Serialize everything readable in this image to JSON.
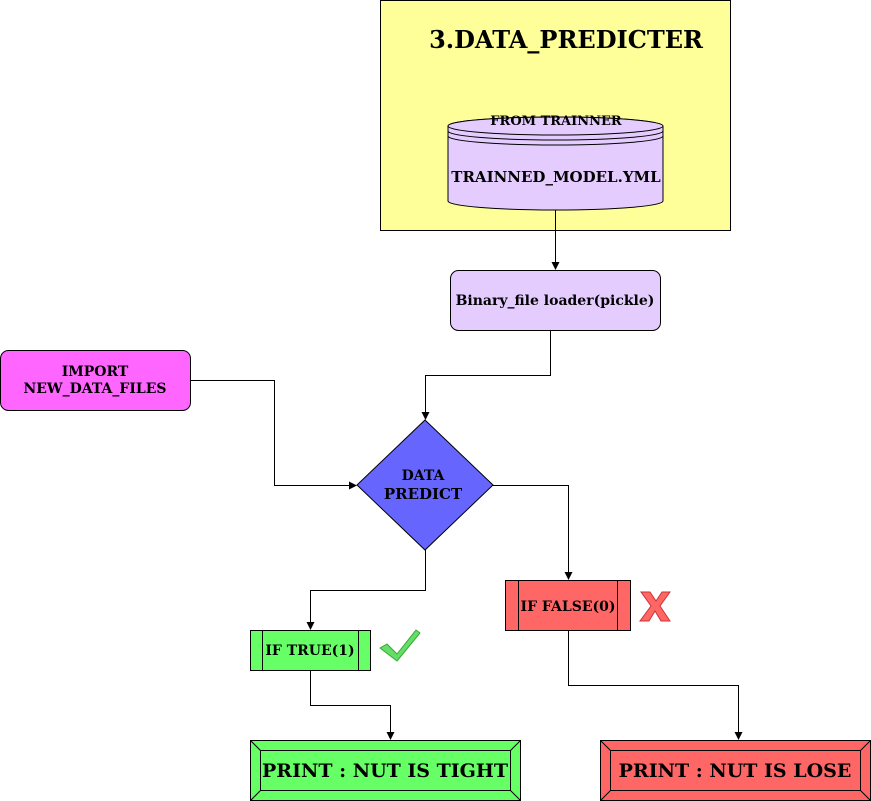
{
  "diagram": {
    "title": "3.DATA_PREDICTER",
    "database": {
      "top_label": "FROM TRAINNER",
      "label": "TRAINNED_MODEL.YML"
    },
    "loader": {
      "label": "Binary_file loader(pickle)"
    },
    "import_node": {
      "line1": "IMPORT",
      "line2": "NEW_DATA_FILES"
    },
    "decision": {
      "line1": "DATA",
      "line2": "PREDICT"
    },
    "true_branch": {
      "label": "IF TRUE(1)",
      "icon": "checkmark-icon"
    },
    "false_branch": {
      "label": "IF FALSE(0)",
      "icon": "cross-icon"
    },
    "output_true": {
      "label": "PRINT : NUT IS TIGHT"
    },
    "output_false": {
      "label": "PRINT : NUT IS LOSE"
    }
  },
  "colors": {
    "title_panel": "#ffff99",
    "database": "#e5ccff",
    "loader": "#e5ccff",
    "import_node": "#ff66ff",
    "decision": "#6666ff",
    "true": "#66ff66",
    "false": "#ff6666",
    "check": "#66dd66",
    "cross": "#ff6666"
  }
}
